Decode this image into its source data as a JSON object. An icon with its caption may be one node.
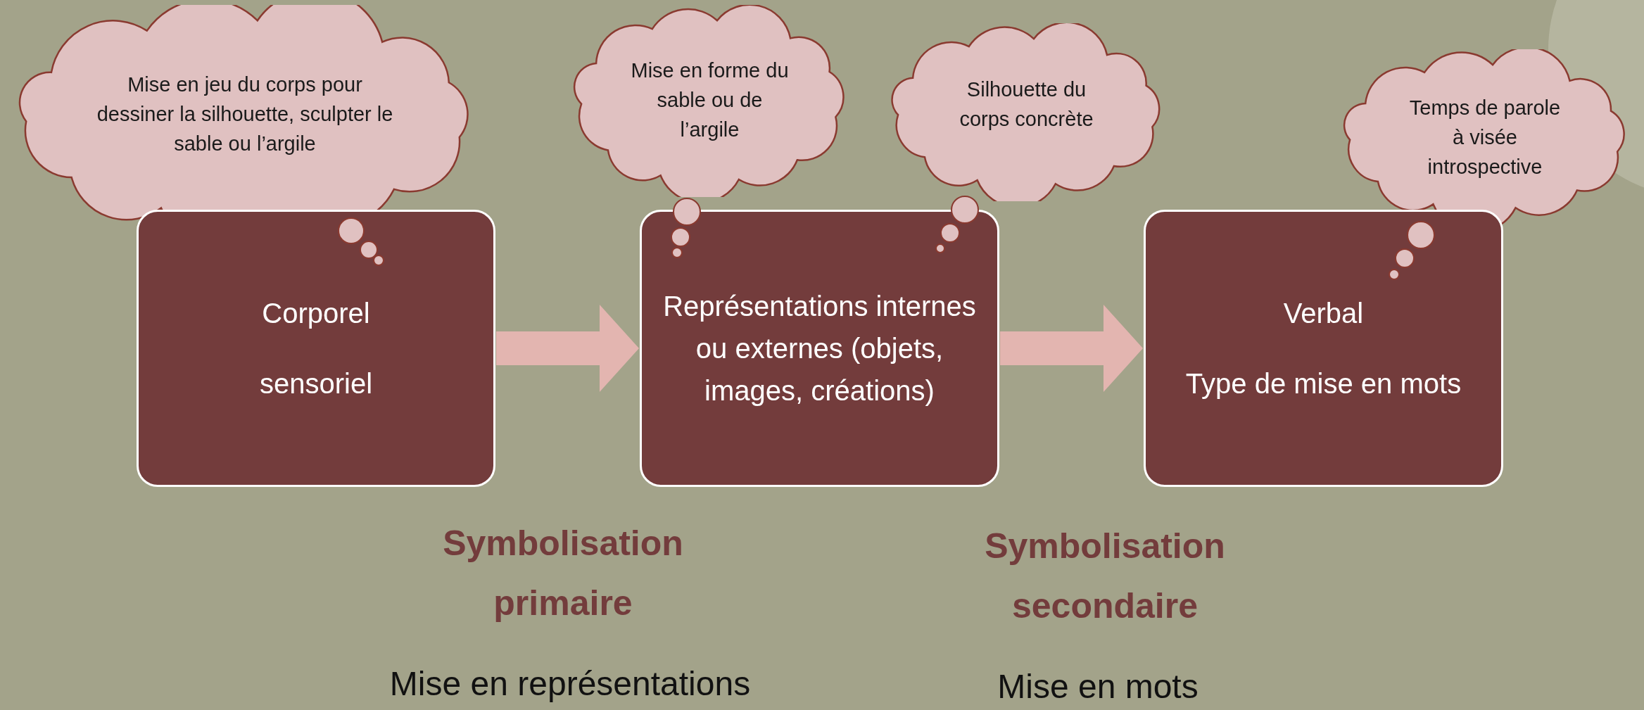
{
  "diagram": {
    "nodes": [
      {
        "text": [
          "Mise en jeu du corps pour dessiner la silhouette, sculpter le sable ou l’argile"
        ]
      },
      {
        "text": [
          "Mise en forme du sable ou de l’argile"
        ]
      },
      {
        "text": [
          "Silhouette du corps concrète"
        ]
      },
      {
        "text": [
          "Temps de parole à visée introspective"
        ]
      },
      {
        "text": [
          "Corporel",
          "sensoriel"
        ]
      },
      {
        "text": [
          "Représentations internes ou externes (objets, images, créations)"
        ]
      },
      {
        "text": [
          "Verbal",
          "Type de mise en mots"
        ]
      }
    ],
    "edges": [
      {
        "from": 4,
        "to": 5,
        "arrow": "to"
      },
      {
        "from": 5,
        "to": 6,
        "arrow": "to"
      }
    ],
    "labels": [
      "Symbolisation primaire",
      "Symbolisation secondaire",
      "Mise en représentations",
      "Mise en mots"
    ]
  }
}
